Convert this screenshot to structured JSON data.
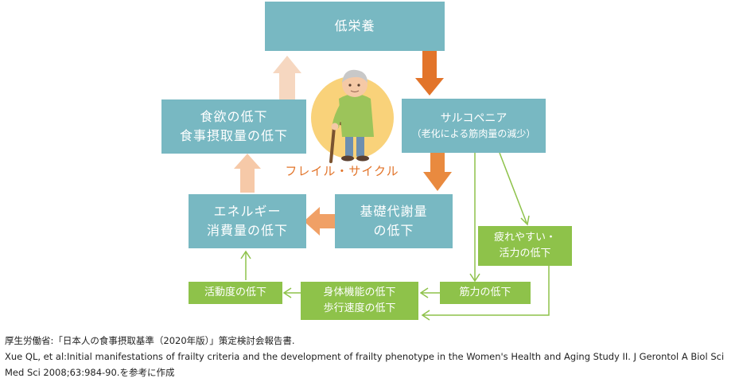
{
  "cycle": {
    "label": "フレイル・サイクル",
    "nodes": {
      "malnutrition": "低栄養",
      "sarcopenia": {
        "line1": "サルコペニア",
        "line2": "（老化による筋肉量の減少）"
      },
      "appetite": {
        "line1": "食欲の低下",
        "line2": "食事摂取量の低下"
      },
      "energy": {
        "line1": "エネルギー",
        "line2": "消費量の低下"
      },
      "metabolism": {
        "line1": "基礎代謝量",
        "line2": "の低下"
      }
    }
  },
  "branch": {
    "fatigue": {
      "line1": "疲れやすい・",
      "line2": "活力の低下"
    },
    "strength": "筋力の低下",
    "physical": {
      "line1": "身体機能の低下",
      "line2": "歩行速度の低下"
    },
    "activity": "活動度の低下"
  },
  "references": [
    "厚生労働省:「日本人の食事摂取基準（2020年版）」策定検討会報告書.",
    "Xue QL, et al:Initial manifestations of frailty criteria and the development of frailty phenotype in the Women's Health and Aging Study II. J Gerontol A Biol Sci",
    "Med Sci 2008;63:984-90.を参考に作成"
  ],
  "colors": {
    "teal": "#78b8c2",
    "green": "#8ec24a",
    "orange": "#e2742a",
    "light_arrow": "#f6c9a8"
  }
}
